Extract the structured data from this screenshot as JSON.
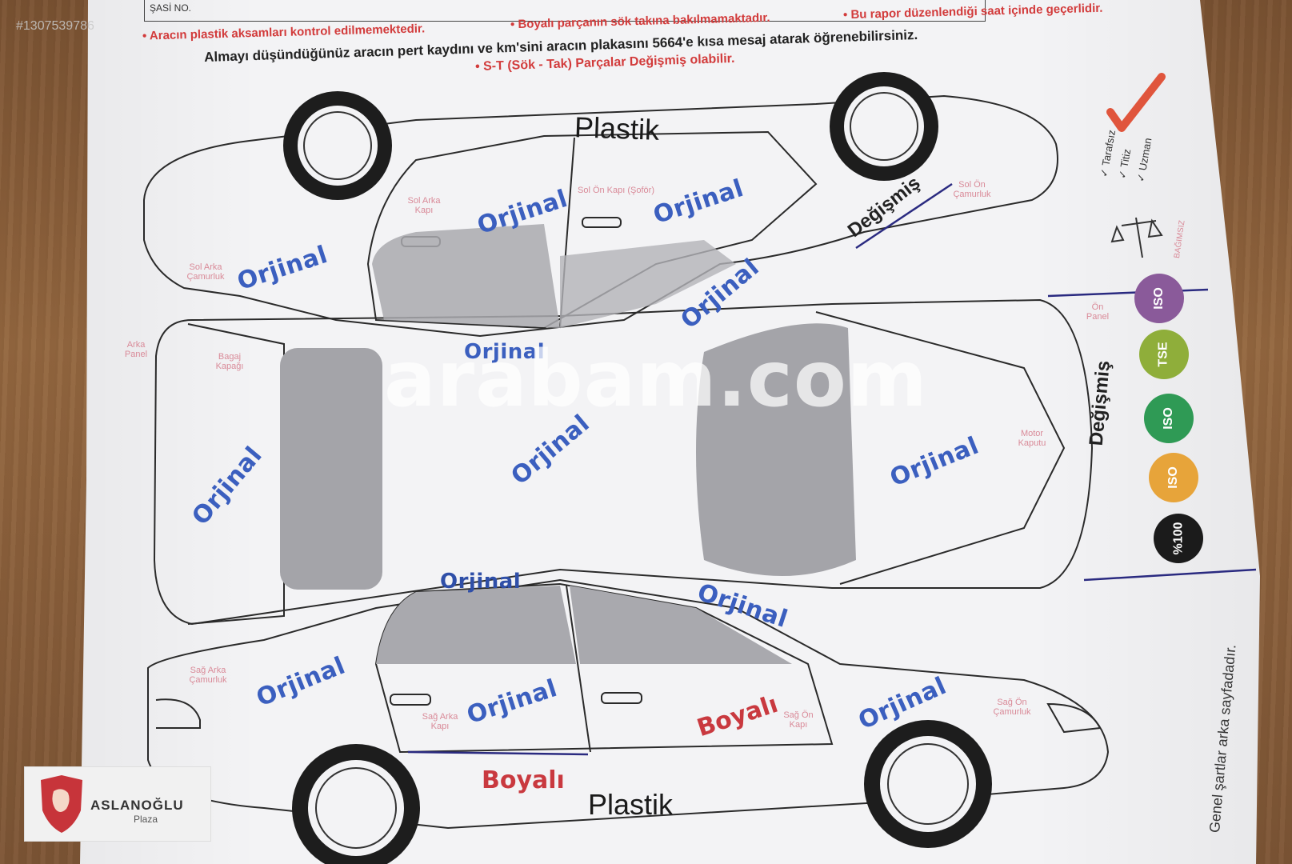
{
  "header": {
    "chassis_label": "ŞASİ NO.",
    "note_plastic": "• Aracın plastik aksamları kontrol edilmemektedir.",
    "note_paint": "• Boyalı parçanın sök takına bakılmamaktadır.",
    "note_report": "• Bu rapor düzenlendiği saat içinde geçerlidir.",
    "info_line": "Almayı düşündüğünüz aracın pert kaydını ve km'sini aracın plakasını 5664'e kısa mesaj atarak öğrenebilirsiniz.",
    "st_note": "• S-T (Sök - Tak) Parçalar Değişmiş olabilir."
  },
  "ad_id": "#1307539786",
  "watermark": "arabam.com",
  "stamps": {
    "orjinal": "Orjinal",
    "boyali": "Boyalı",
    "degismis": "Değişmiş",
    "plastik": "Plastik"
  },
  "part_labels": {
    "sol_arka_kapi": "Sol Arka Kapı",
    "sol_on_kapi": "Sol Ön Kapı (Şoför)",
    "sol_arka_camurluk": "Sol Arka Çamurluk",
    "sol_on_camurluk": "Sol Ön Çamurluk",
    "arka_panel": "Arka Panel",
    "bagaj_kapagi": "Bagaj Kapağı",
    "motor_kaputu": "Motor Kaputu",
    "on_panel": "Ön Panel",
    "sag_arka_camurluk": "Sağ Arka Çamurluk",
    "sag_arka_kapi": "Sağ Arka Kapı",
    "sag_on_kapi": "Sağ Ön Kapı",
    "sag_on_camurluk": "Sağ Ön Çamurluk"
  },
  "sidebar": {
    "checks": [
      "✓ Tarafsız",
      "✓ Titiz",
      "✓ Uzman"
    ],
    "independent": "BAĞIMSIZ",
    "badges": [
      {
        "label": "ISO",
        "color": "#8a5a9a"
      },
      {
        "label": "TSE",
        "color": "#8fae3a"
      },
      {
        "label": "ISO",
        "color": "#2f9a55"
      },
      {
        "label": "ISO",
        "color": "#e7a43a"
      },
      {
        "label": "%100",
        "color": "#1b1b1b"
      }
    ],
    "terms": "Genel şartlar arka sayfadadır."
  },
  "logo": {
    "name": "ASLANOĞLU",
    "sub": "Plaza"
  },
  "colors": {
    "stamp_blue": "#3b5fbf",
    "stamp_red": "#c9393f",
    "note_red": "#d23b3b",
    "check_red": "#e0553c"
  }
}
